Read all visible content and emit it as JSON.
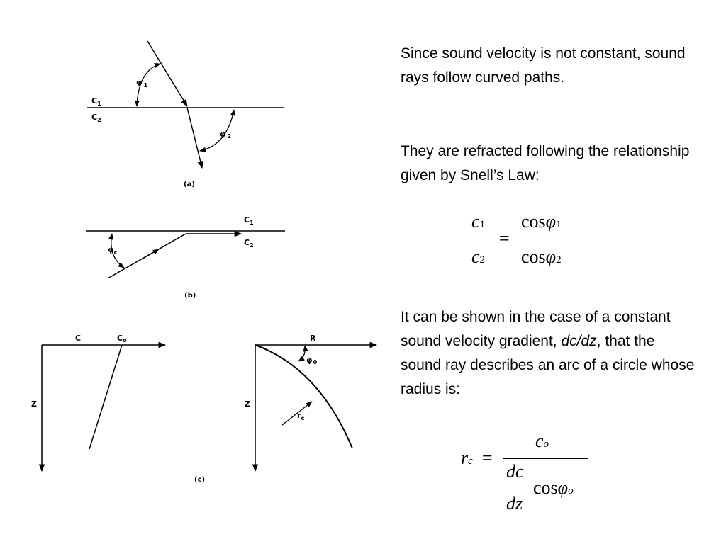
{
  "text": {
    "p1": "Since sound velocity is not constant, sound rays follow curved paths.",
    "p2": "They are refracted following the relationship given by Snell’s Law:",
    "p3_before": "It can be shown in the case of a constant sound velocity gradient, ",
    "p3_italic": "dc/dz",
    "p3_after": ", that the sound ray describes an arc of a circle whose radius is:"
  },
  "equations": {
    "snell": {
      "lhs_num": "c",
      "lhs_num_sub": "1",
      "lhs_den": "c",
      "lhs_den_sub": "2",
      "equals": "=",
      "rhs_num_func": "cos",
      "rhs_num_var": "φ",
      "rhs_num_sub": "1",
      "rhs_den_func": "cos",
      "rhs_den_var": "φ",
      "rhs_den_sub": "2"
    },
    "radius": {
      "lhs": "r",
      "lhs_sub": "c",
      "equals": "=",
      "num": "c",
      "num_sub": "o",
      "den_frac_num": "dc",
      "den_frac_den": "dz",
      "den_func": "cos",
      "den_var": "φ",
      "den_sub": "o"
    }
  },
  "figures": {
    "a": {
      "label": "(a)",
      "c1": "C",
      "c1_sub": "1",
      "c2": "C",
      "c2_sub": "2",
      "phi1": "φ",
      "phi1_sub": "1",
      "phi2": "φ",
      "phi2_sub": "2"
    },
    "b": {
      "label": "(b)",
      "c1": "C",
      "c1_sub": "1",
      "c2": "C",
      "c2_sub": "2",
      "phic": "φ",
      "phic_sub": "c"
    },
    "c": {
      "label": "(c)",
      "left_c": "C",
      "left_co": "C",
      "left_co_sub": "o",
      "left_z": "Z",
      "right_r": "R",
      "right_z": "Z",
      "phi0": "φ",
      "phi0_sub": "0",
      "rc": "r",
      "rc_sub": "c"
    }
  }
}
